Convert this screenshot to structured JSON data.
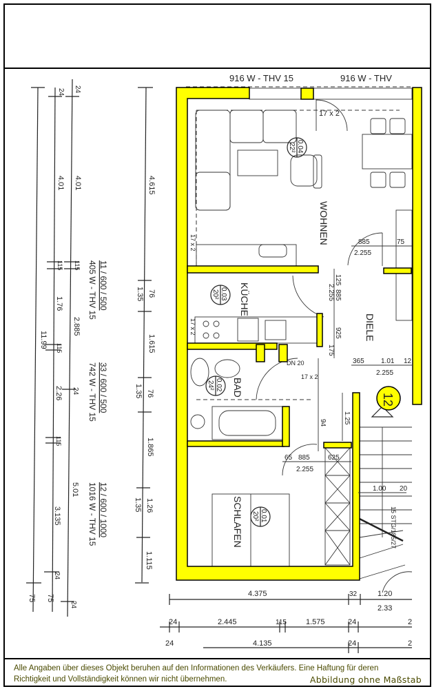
{
  "header": {},
  "plan": {
    "top_labels": [
      "916 W - THV 15",
      "916 W - THV"
    ],
    "rooms": [
      {
        "name": "WOHNEN",
        "number": "0.04",
        "area": "22²"
      },
      {
        "name": "KÜCHE",
        "number": "0.03",
        "area": "20²"
      },
      {
        "name": "BAD",
        "number": "0.02",
        "area": "24²"
      },
      {
        "name": "SCHLAFEN",
        "number": "0.01",
        "area": "20²"
      },
      {
        "name": "DIELE"
      }
    ],
    "unit_number": "12",
    "window_specs": [
      {
        "top": "11 / 600 / 500",
        "bottom": "405 W - THV 15"
      },
      {
        "top": "33 / 600 / 500",
        "bottom": "742 W - THV 15"
      },
      {
        "top": "12 / 600 / 1000",
        "bottom": "1016 W - THV 15"
      }
    ],
    "left_dims": {
      "outer": [
        "11.99",
        "75"
      ],
      "line2": [
        "24",
        "4.01",
        "115",
        "1.76",
        "115",
        "2.26",
        "115",
        "3.135",
        "24",
        "75"
      ],
      "line3": [
        "24",
        "4.01",
        "115",
        "2.885",
        "24",
        "5.01",
        "24"
      ],
      "line4": [
        "4.615",
        "76",
        "1.35",
        "1.615",
        "76",
        "1.35",
        "1.865",
        "1.26",
        "1.35",
        "1.115"
      ]
    },
    "bottom_dims": {
      "row1": [
        "4.375",
        "32",
        "1.20",
        "2.33"
      ],
      "row2": [
        "24",
        "2.445",
        "115",
        "1.575",
        "24",
        "2"
      ],
      "row3": [
        "24",
        "4.135",
        "24",
        "2"
      ]
    },
    "inner_dims": [
      "885",
      "75",
      "2.255",
      "125",
      "885",
      "2.255",
      "925",
      "175",
      "365",
      "1.01",
      "12",
      "2.255",
      "1.25",
      "94",
      "65",
      "885",
      "625",
      "2.255",
      "1.00",
      "20",
      "15 STG/185/27",
      "17 x 2",
      "17 x 2",
      "17 x 2",
      "17 x 2",
      "DN 20"
    ]
  },
  "footer": {
    "line1": "Alle Angaben über dieses Objekt beruhen auf den Informationen des Verkäufers. Eine Haftung für deren",
    "line2": "Richtigkeit und Vollständigkeit können wir nicht übernehmen.",
    "scale_note": "Abbildung ohne Maßstab"
  },
  "colors": {
    "wall": "#ffff00",
    "footer_text": "#4a4a00"
  }
}
